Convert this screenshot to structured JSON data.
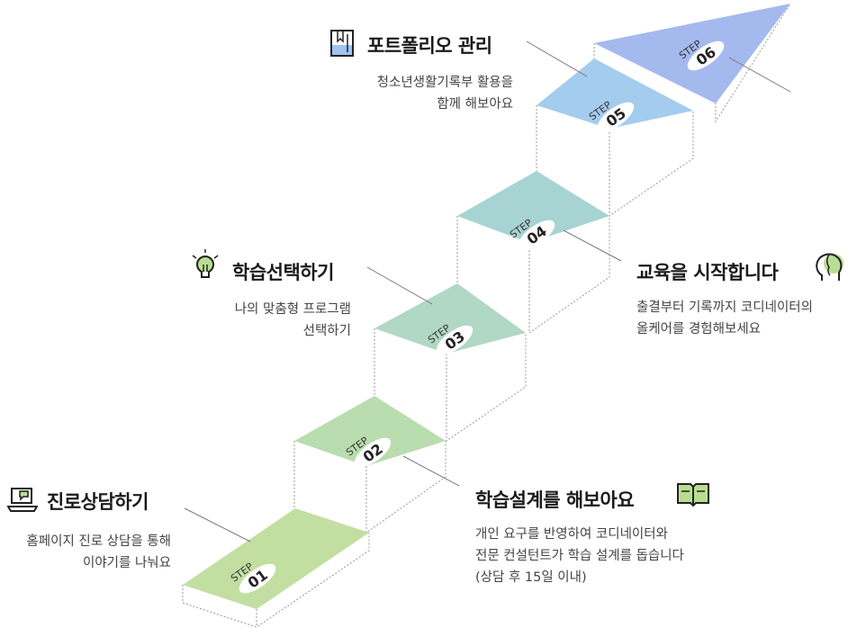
{
  "steps": [
    {
      "label": "STEP",
      "num": "01",
      "fill": "#c3dea1"
    },
    {
      "label": "STEP",
      "num": "02",
      "fill": "#b9ddae"
    },
    {
      "label": "STEP",
      "num": "03",
      "fill": "#b1d8c4"
    },
    {
      "label": "STEP",
      "num": "04",
      "fill": "#a7d3d3"
    },
    {
      "label": "STEP",
      "num": "05",
      "fill": "#a4ccee"
    },
    {
      "label": "STEP",
      "num": "06",
      "fill": "#a4b9ee"
    }
  ],
  "items": {
    "s1": {
      "title": "진로상담하기",
      "desc1": "홈페이지 진로 상담을 통해",
      "desc2": "이야기를 나눠요",
      "icon": "laptop-chat-icon"
    },
    "s2": {
      "title": "학습설계를 해보아요",
      "desc1": "개인 요구를 반영하여 코디네이터와",
      "desc2": "전문 컨설턴트가 학습 설계를 돕습니다",
      "desc3": "(상담 후 15일 이내)",
      "icon": "open-book-icon"
    },
    "s3": {
      "title": "학습선택하기",
      "desc1": "나의 맞춤형 프로그램",
      "desc2": "선택하기",
      "icon": "lightbulb-icon"
    },
    "s4": {
      "title": "교육을 시작합니다",
      "desc1": "출결부터 기록까지 코디네이터의",
      "desc2": "올케어를 경험해보세요",
      "icon": "head-profile-icon"
    },
    "s5": {
      "title": "포트폴리오 관리",
      "desc1": "청소년생활기록부 활용을",
      "desc2": "함께 해보아요",
      "icon": "bookmark-book-icon"
    }
  },
  "colors": {
    "connector": "#777777",
    "dotted": "#9a9a9a",
    "badge": "#ffffff"
  }
}
